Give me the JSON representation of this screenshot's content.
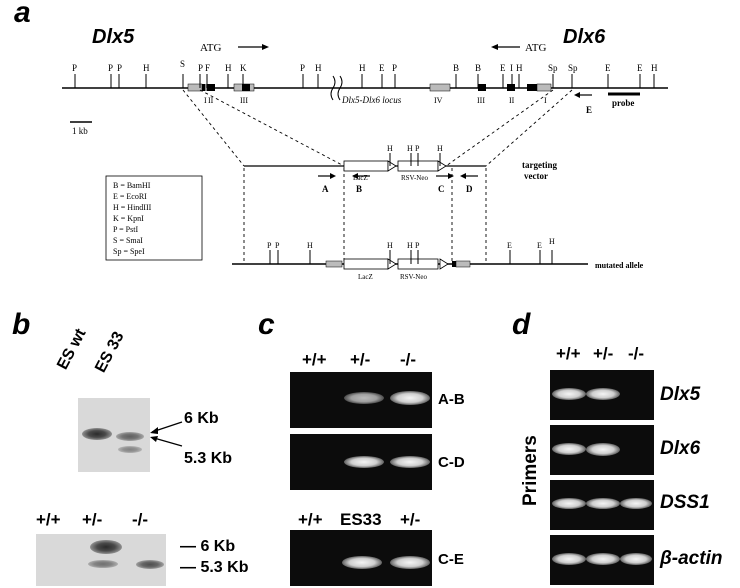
{
  "panel_a": {
    "letter": "a",
    "gene_left": "Dlx5",
    "gene_right": "Dlx6",
    "atg_left": "ATG",
    "atg_right": "ATG",
    "locus_label": "Dlx5-Dlx6 locus",
    "scale_label": "1 kb",
    "probe_label": "probe",
    "targeting_vector_label": "targeting\nvector",
    "mutated_allele_label": "mutated allele",
    "lacz_label": "LacZ",
    "neo_label": "RSV-Neo",
    "primers": [
      "A",
      "B",
      "C",
      "D",
      "E"
    ],
    "exons": [
      "I",
      "II",
      "III",
      "IV",
      "III",
      "II",
      "I"
    ],
    "top_sites": [
      "P",
      "P",
      "P",
      "H",
      "S",
      "P",
      "F",
      "H",
      "K",
      "P",
      "H",
      "H",
      "E",
      "P",
      "B",
      "B",
      "E",
      "I",
      "H",
      "Sp",
      "Sp",
      "E",
      "E",
      "H"
    ],
    "vector_sites": [
      "H",
      "H",
      "P",
      "H"
    ],
    "mutated_sites": [
      "P",
      "P",
      "H",
      "H",
      "H",
      "P",
      "E",
      "E",
      "H"
    ],
    "legend": [
      "B = BamHI",
      "E = EcoRI",
      "H = HindIII",
      "K = KpnI",
      "P = PstI",
      "S = SmaI",
      "Sp = SpeI"
    ]
  },
  "panel_b": {
    "letter": "b",
    "lane_labels_top": [
      "ES wt",
      "ES 33"
    ],
    "size_top_1": "6 Kb",
    "size_top_2": "5.3 Kb",
    "lane_labels_bottom": [
      "+/+",
      "+/-",
      "-/-"
    ],
    "size_bottom_1": "6 Kb",
    "size_bottom_2": "5.3 Kb"
  },
  "panel_c": {
    "letter": "c",
    "lanes_top": [
      "+/+",
      "+/-",
      "-/-"
    ],
    "lanes_bottom": [
      "+/+",
      "ES33",
      "+/-"
    ],
    "gel_labels": [
      "A-B",
      "C-D",
      "C-E"
    ]
  },
  "panel_d": {
    "letter": "d",
    "lanes": [
      "+/+",
      "+/-",
      "-/-"
    ],
    "side_label": "Primers",
    "gel_labels": [
      "Dlx5",
      "Dlx6",
      "DSS1",
      "β-actin"
    ]
  }
}
